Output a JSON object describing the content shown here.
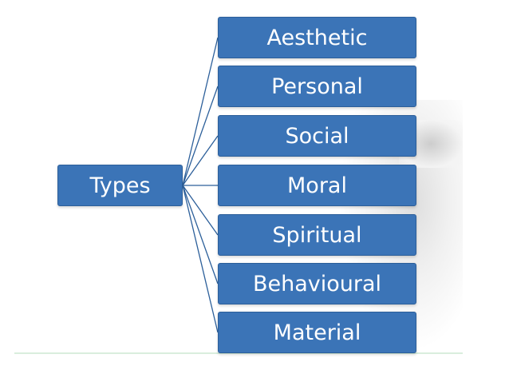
{
  "diagram": {
    "root": {
      "label": "Types"
    },
    "children": [
      {
        "label": "Aesthetic"
      },
      {
        "label": "Personal"
      },
      {
        "label": "Social"
      },
      {
        "label": "Moral"
      },
      {
        "label": "Spiritual"
      },
      {
        "label": "Behavioural"
      },
      {
        "label": "Material"
      }
    ]
  },
  "colors": {
    "node_fill": "#3b74b7",
    "connector": "#2c5f9a",
    "text": "#ffffff"
  }
}
